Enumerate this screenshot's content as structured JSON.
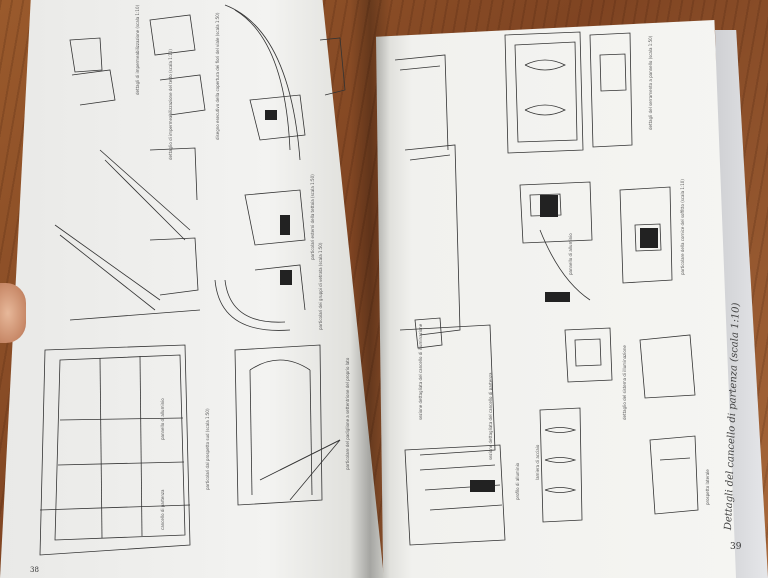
{
  "book": {
    "left_page": {
      "page_number": "38",
      "captions": [
        "dettagli di impermeabilizzazione (scala 1:10)",
        "dettaglio di impermeabilizzazione del tetto (scala 1:10)",
        "disegno esecutivo della copertura dei fiori del viale (scala 1:50)",
        "particolari esterni della tettoia (scala 1:50)",
        "particolari dei gruppi di vetrata (scala 1:50)",
        "particolari dal prospetto sud (scala 1:50)",
        "cancello di partenza",
        "pannello di alluminio",
        "particolare del padiglione a settentrione del proprio lato"
      ]
    },
    "right_page": {
      "page_number": "39",
      "chapter_title": "Dettagli del cancello di partenza (scala 1:10)",
      "captions": [
        "dettagli del serramento a pannello (scala 1:50)",
        "pannello di alluminio",
        "particolare della cornice del soffitto (scala 1:10)",
        "sezione dettagliata del cancello di illuminazione",
        "dettaglio del sistema di illuminazione",
        "sezione dettagliata del cancello di partenza",
        "profilo di alluminio",
        "lamiera di acciaio",
        "prospetto laterale"
      ]
    }
  },
  "colors": {
    "desk": "#8a4c26",
    "paper": "#f3f3f0",
    "ink": "#2a2a2a"
  }
}
